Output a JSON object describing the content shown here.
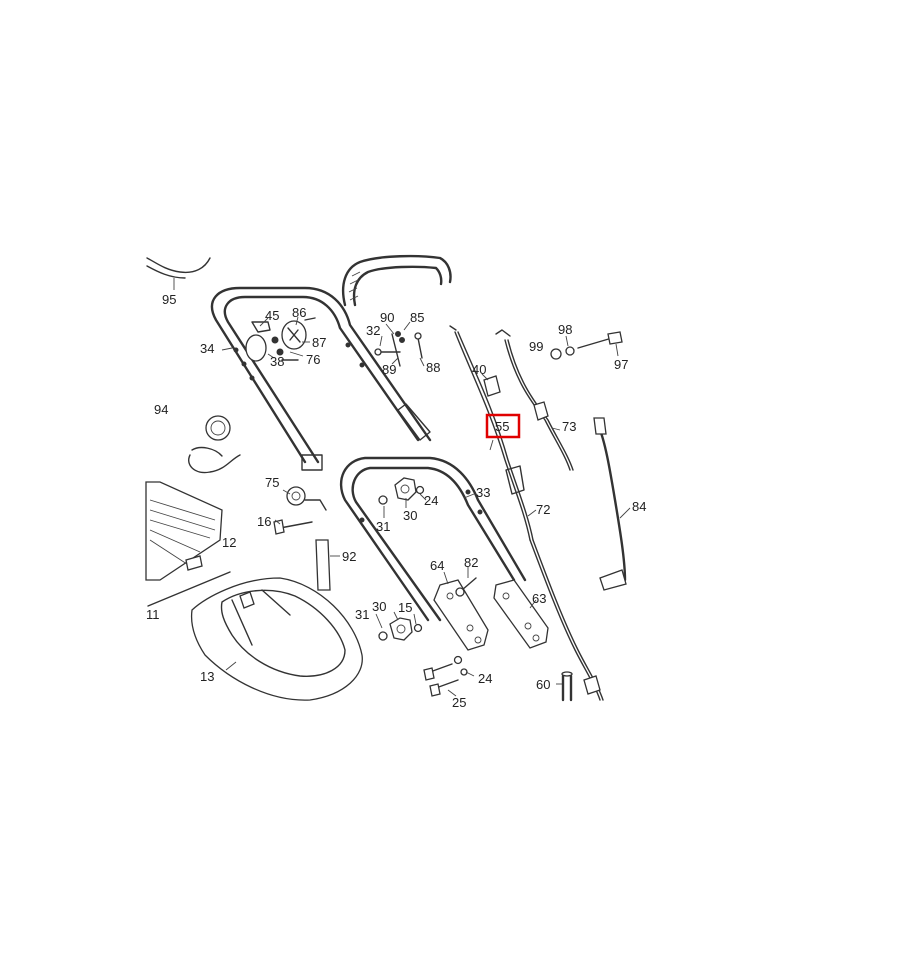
{
  "diagram": {
    "highlight_color": "#e00000",
    "highlighted_part": "55",
    "part_labels": {
      "p95": "95",
      "p94": "94",
      "p34": "34",
      "p45": "45",
      "p86": "86",
      "p87": "87",
      "p76": "76",
      "p38": "38",
      "p90": "90",
      "p85": "85",
      "p32": "32",
      "p89": "89",
      "p88": "88",
      "p40": "40",
      "p55": "55",
      "p73": "73",
      "p98": "98",
      "p99": "99",
      "p97": "97",
      "p75": "75",
      "p16": "16",
      "p24a": "24",
      "p30a": "30",
      "p31a": "31",
      "p33": "33",
      "p72": "72",
      "p84": "84",
      "p12": "12",
      "p11": "11",
      "p92": "92",
      "p64": "64",
      "p82": "82",
      "p63": "63",
      "p31b": "31",
      "p30b": "30",
      "p15": "15",
      "p13": "13",
      "p24b": "24",
      "p25": "25",
      "p60": "60"
    }
  }
}
